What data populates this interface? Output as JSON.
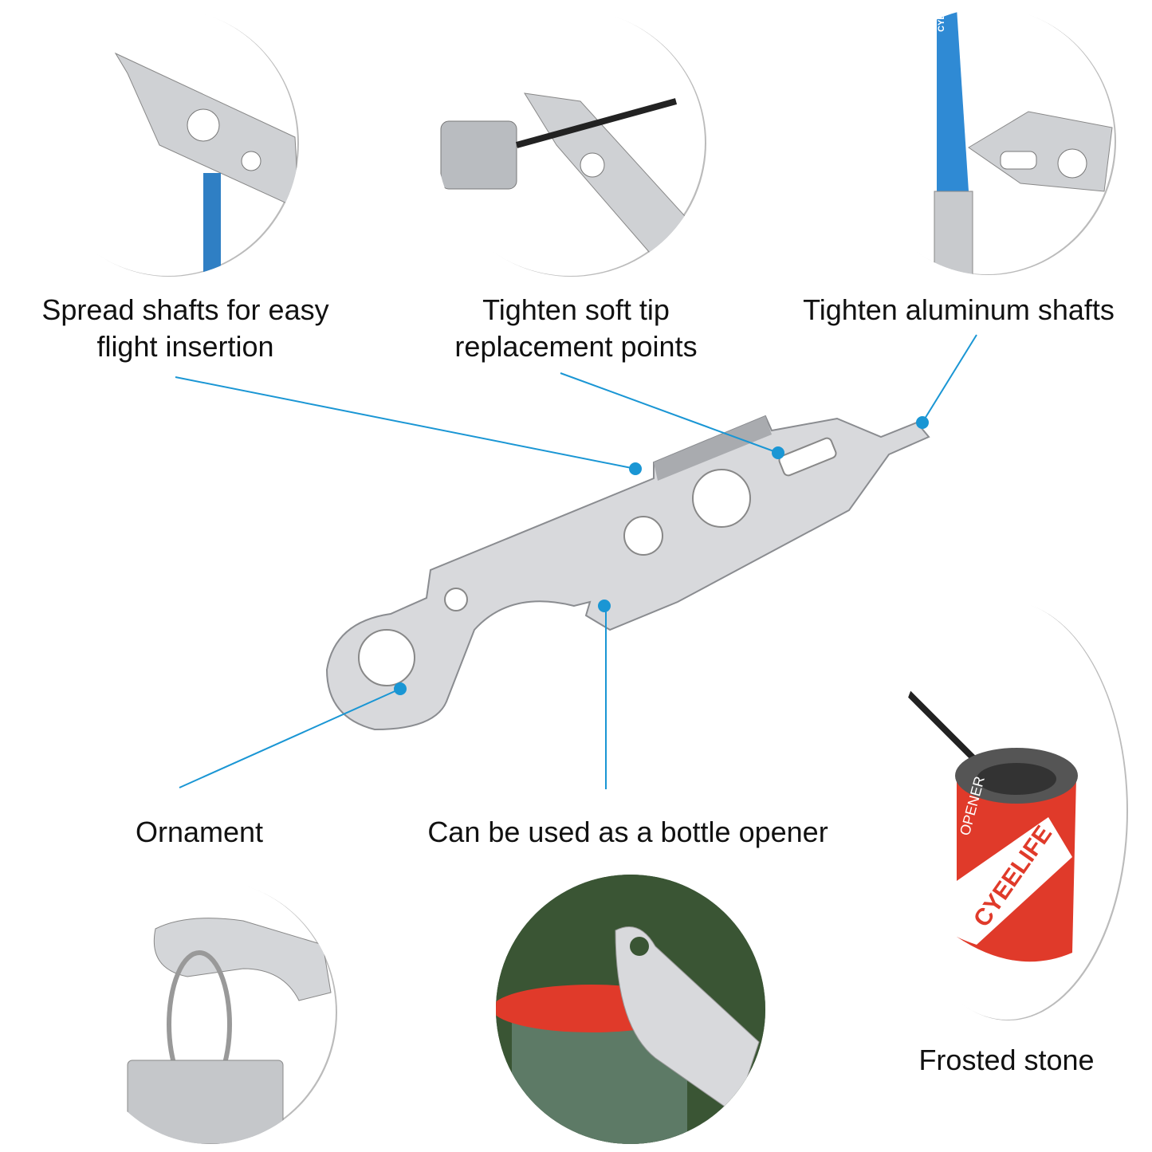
{
  "labels": {
    "spread": "Spread shafts for easy\nflight insertion",
    "spread_l1": "Spread shafts for easy",
    "spread_l2": "flight insertion",
    "tighten_tip_l1": "Tighten soft tip",
    "tighten_tip_l2": "replacement points",
    "tighten_alu": "Tighten aluminum shafts",
    "ornament": "Ornament",
    "bottle": "Can be used as a bottle opener",
    "stone": "Frosted stone"
  },
  "brand": "CYEELIFE",
  "stone_text": "OPENER",
  "colors": {
    "accent": "#1a96d4",
    "red": "#e03a2a",
    "steel": "#d9dadc"
  }
}
